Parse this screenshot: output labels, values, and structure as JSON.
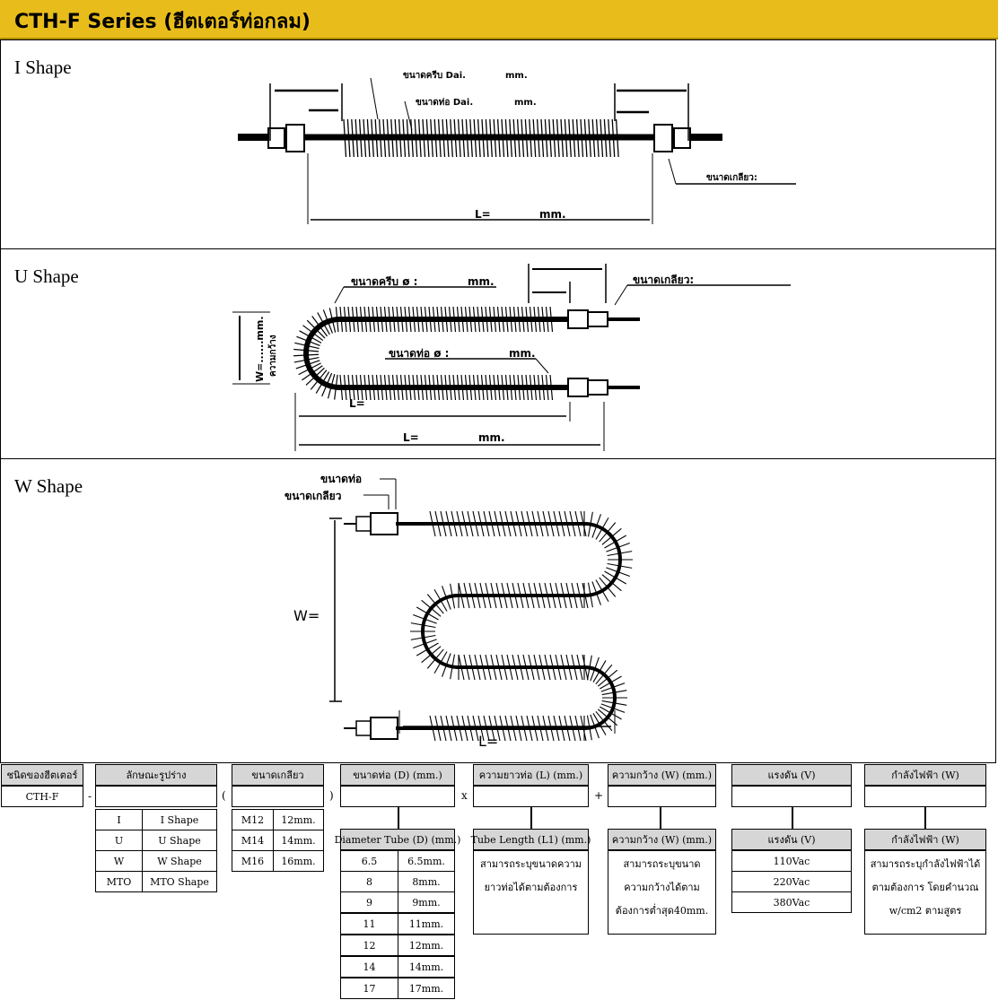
{
  "header": {
    "title": "CTH-F Series (ฮีตเตอร์ท่อกลม)"
  },
  "panels": {
    "i": {
      "title": "I Shape",
      "fin_label": "ขนาดครีบ Dai.",
      "mm": "mm.",
      "tube_label": "ขนาดท่อ Dai.",
      "thread_label": "ขนาดเกลียว:",
      "length_label": "L=",
      "length_mm": "mm."
    },
    "u": {
      "title": "U Shape",
      "fin_label": "ขนาดครีบ ø :",
      "mm": "mm.",
      "thread_label": "ขนาดเกลียว:",
      "tube_label": "ขนาดท่อ ø :",
      "width_label": "W=......mm.",
      "width_th": "ความกว้าง",
      "l_label": "L=",
      "length_label": "L=",
      "length_mm": "mm."
    },
    "w": {
      "title": "W Shape",
      "tube_label": "ขนาดท่อ",
      "thread_label": "ขนาดเกลียว",
      "w_label": "W=",
      "l_label": "L="
    }
  },
  "spec": {
    "type": {
      "header": "ชนิดของฮีตเตอร์",
      "value": "CTH-F"
    },
    "sep_dash": "-",
    "paren_open": "(",
    "paren_close": ")",
    "x_sym": "x",
    "plus_sym": "+",
    "shape": {
      "header": "ลักษณะรูปร่าง",
      "rows": [
        [
          "I",
          "I Shape"
        ],
        [
          "U",
          "U Shape"
        ],
        [
          "W",
          "W Shape"
        ],
        [
          "MTO",
          "MTO Shape"
        ]
      ]
    },
    "thread": {
      "header": "ขนาดเกลียว",
      "rows": [
        [
          "M12",
          "12mm."
        ],
        [
          "M14",
          "14mm."
        ],
        [
          "M16",
          "16mm."
        ]
      ]
    },
    "tube": {
      "header": "ขนาดท่อ (D) (mm.)",
      "sub_header": "Diameter Tube (D) (mm.)",
      "rows": [
        [
          "6.5",
          "6.5mm."
        ],
        [
          "8",
          "8mm."
        ],
        [
          "9",
          "9mm."
        ],
        [
          "11",
          "11mm."
        ],
        [
          "12",
          "12mm."
        ],
        [
          "14",
          "14mm."
        ],
        [
          "17",
          "17mm."
        ]
      ]
    },
    "length": {
      "header": "ความยาวท่อ (L) (mm.)",
      "sub_header": "Tube Length (L1) (mm.)",
      "text": "สามารถระบุขนาดความยาวท่อได้ตามต้องการ"
    },
    "width": {
      "header": "ความกว้าง (W) (mm.)",
      "sub_header": "ความกว้าง (W) (mm.)",
      "text": "สามารถระบุขนาดความกว้างได้ตามต้องการต่ำสุด40mm."
    },
    "voltage": {
      "header": "แรงดัน (V)",
      "sub_header": "แรงดัน (V)",
      "rows": [
        "110Vac",
        "220Vac",
        "380Vac"
      ]
    },
    "power": {
      "header": "กำลังไฟฟ้า (W)",
      "sub_header": "กำลังไฟฟ้า (W)",
      "text": "สามารถระบุกำลังไฟฟ้าได้ตามต้องการ โดยคำนวณ w/cm2 ตามสูตร"
    }
  }
}
